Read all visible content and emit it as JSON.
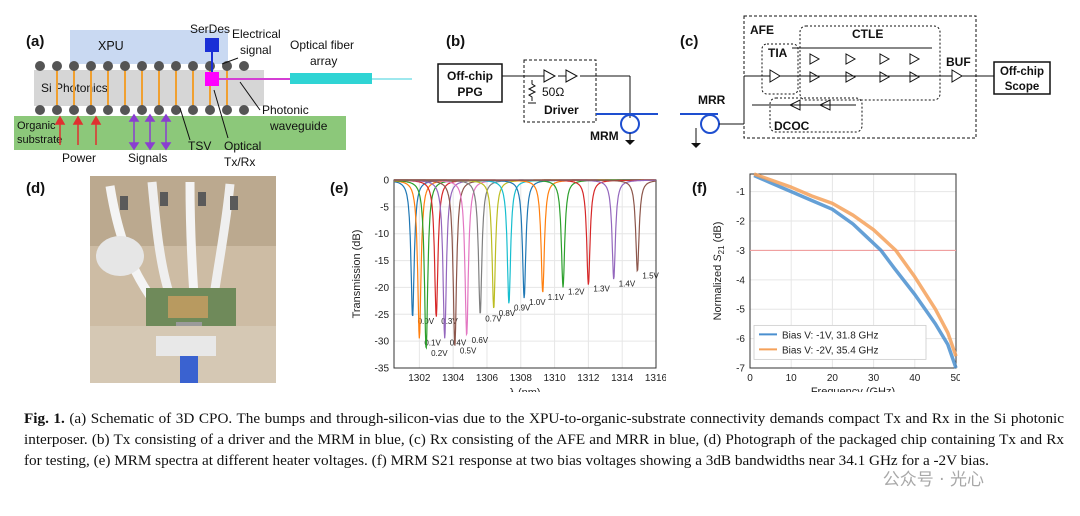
{
  "panel_a": {
    "label": "(a)",
    "xpu": "XPU",
    "serdes": "SerDes",
    "electrical_signal": [
      "Electrical",
      "signal"
    ],
    "optical_fiber_array": [
      "Optical fiber",
      "array"
    ],
    "si_photonics": "Si Photonics",
    "photonic_waveguide": [
      "Photonic",
      "waveguide"
    ],
    "organic_substrate": [
      "Organic",
      "substrate"
    ],
    "power": "Power",
    "signals": "Signals",
    "tsv": "TSV",
    "optical_txrx": [
      "Optical",
      "Tx/Rx"
    ]
  },
  "panel_b": {
    "label": "(b)",
    "offchip_ppg": [
      "Off-chip",
      "PPG"
    ],
    "resistor": "50Ω",
    "driver": "Driver",
    "mrm": "MRM"
  },
  "panel_c": {
    "label": "(c)",
    "afe": "AFE",
    "ctle": "CTLE",
    "tia": "TIA",
    "buf": "BUF",
    "dcoc": "DCOC",
    "mrr": "MRR",
    "offchip_scope": [
      "Off-chip",
      "Scope"
    ]
  },
  "panel_d": {
    "label": "(d)"
  },
  "panel_e": {
    "label": "(e)"
  },
  "panel_f": {
    "label": "(f)"
  },
  "chart_data": [
    {
      "type": "line",
      "xlabel": "λ (nm)",
      "ylabel": "Transmission (dB)",
      "xlim": [
        1300.5,
        1316
      ],
      "ylim": [
        -35,
        0
      ],
      "xticks": [
        1302,
        1304,
        1306,
        1308,
        1310,
        1312,
        1314,
        1316
      ],
      "yticks": [
        0,
        -5,
        -10,
        -15,
        -20,
        -25,
        -30,
        -35
      ],
      "grid": true,
      "series": [
        {
          "name": "0.0V",
          "center": 1301.6,
          "min_db": -25.5,
          "color": "#1f77b4"
        },
        {
          "name": "0.1V",
          "center": 1302.0,
          "min_db": -29.5,
          "color": "#ff7f0e"
        },
        {
          "name": "0.2V",
          "center": 1302.4,
          "min_db": -31.5,
          "color": "#2ca02c"
        },
        {
          "name": "0.3V",
          "center": 1303.0,
          "min_db": -25.5,
          "color": "#d62728"
        },
        {
          "name": "0.4V",
          "center": 1303.5,
          "min_db": -29.5,
          "color": "#9467bd"
        },
        {
          "name": "0.5V",
          "center": 1304.1,
          "min_db": -31.0,
          "color": "#8c564b"
        },
        {
          "name": "0.6V",
          "center": 1304.8,
          "min_db": -29.0,
          "color": "#e377c2"
        },
        {
          "name": "0.7V",
          "center": 1305.6,
          "min_db": -25.0,
          "color": "#7f7f7f"
        },
        {
          "name": "0.8V",
          "center": 1306.4,
          "min_db": -24.0,
          "color": "#bcbd22"
        },
        {
          "name": "0.9V",
          "center": 1307.3,
          "min_db": -23.0,
          "color": "#17becf"
        },
        {
          "name": "1.0V",
          "center": 1308.2,
          "min_db": -22.0,
          "color": "#1f77b4"
        },
        {
          "name": "1.1V",
          "center": 1309.3,
          "min_db": -21.0,
          "color": "#ff7f0e"
        },
        {
          "name": "1.2V",
          "center": 1310.5,
          "min_db": -20.0,
          "color": "#2ca02c"
        },
        {
          "name": "1.3V",
          "center": 1312.0,
          "min_db": -19.5,
          "color": "#d62728"
        },
        {
          "name": "1.4V",
          "center": 1313.5,
          "min_db": -18.5,
          "color": "#9467bd"
        },
        {
          "name": "1.5V",
          "center": 1314.9,
          "min_db": -17.0,
          "color": "#8c564b"
        }
      ]
    },
    {
      "type": "line",
      "xlabel": "Frequency (GHz)",
      "ylabel": "Normalized S21 (dB)",
      "xlim": [
        0,
        50
      ],
      "ylim": [
        -7,
        -0.4
      ],
      "xticks": [
        0,
        10,
        20,
        30,
        40,
        50
      ],
      "yticks": [
        -1,
        -2,
        -3,
        -4,
        -5,
        -6,
        -7
      ],
      "grid": true,
      "legend_position": "bottom-left",
      "reference_line_db": -3,
      "series": [
        {
          "name": "Bias V: -1V, 31.8 GHz",
          "color": "#4a8fcf",
          "x": [
            1,
            5,
            10,
            15,
            20,
            25,
            28,
            31.8,
            35,
            40,
            45,
            48,
            50
          ],
          "y": [
            -0.45,
            -0.7,
            -1.0,
            -1.3,
            -1.6,
            -2.1,
            -2.5,
            -3.0,
            -3.6,
            -4.5,
            -5.5,
            -6.2,
            -7.0
          ]
        },
        {
          "name": "Bias V: -2V, 35.4 GHz",
          "color": "#f5a15a",
          "x": [
            1,
            5,
            10,
            15,
            20,
            25,
            30,
            35.4,
            40,
            45,
            48,
            50
          ],
          "y": [
            -0.4,
            -0.6,
            -0.85,
            -1.15,
            -1.4,
            -1.8,
            -2.3,
            -3.0,
            -3.9,
            -5.0,
            -5.8,
            -6.6
          ]
        }
      ]
    }
  ],
  "caption": {
    "fig_label": "Fig. 1.",
    "text": " (a) Schematic of 3D CPO. The bumps and through-silicon-vias due to the XPU-to-organic-substrate connectivity demands compact Tx and Rx in the Si photonic interposer.  (b) Tx consisting of a driver and the MRM in blue, (c) Rx consisting of the AFE and MRR in blue, (d) Photograph of the packaged chip containing Tx and Rx for testing, (e) MRM spectra at different heater voltages. (f) MRM S21 response at two bias voltages showing a 3dB bandwidths near 34.1 GHz for a -2V bias."
  },
  "watermark": "公众号 · 光心",
  "colors": {
    "xpu": "#c9d9f2",
    "si_photonics": "#d6d6d6",
    "organic_substrate": "#8cc87a",
    "serdes": "#1a2fd6",
    "optical_txrx": "#ff00ff",
    "fiber": "#2fd4d4",
    "mrm_blue": "#1e4fd0"
  }
}
